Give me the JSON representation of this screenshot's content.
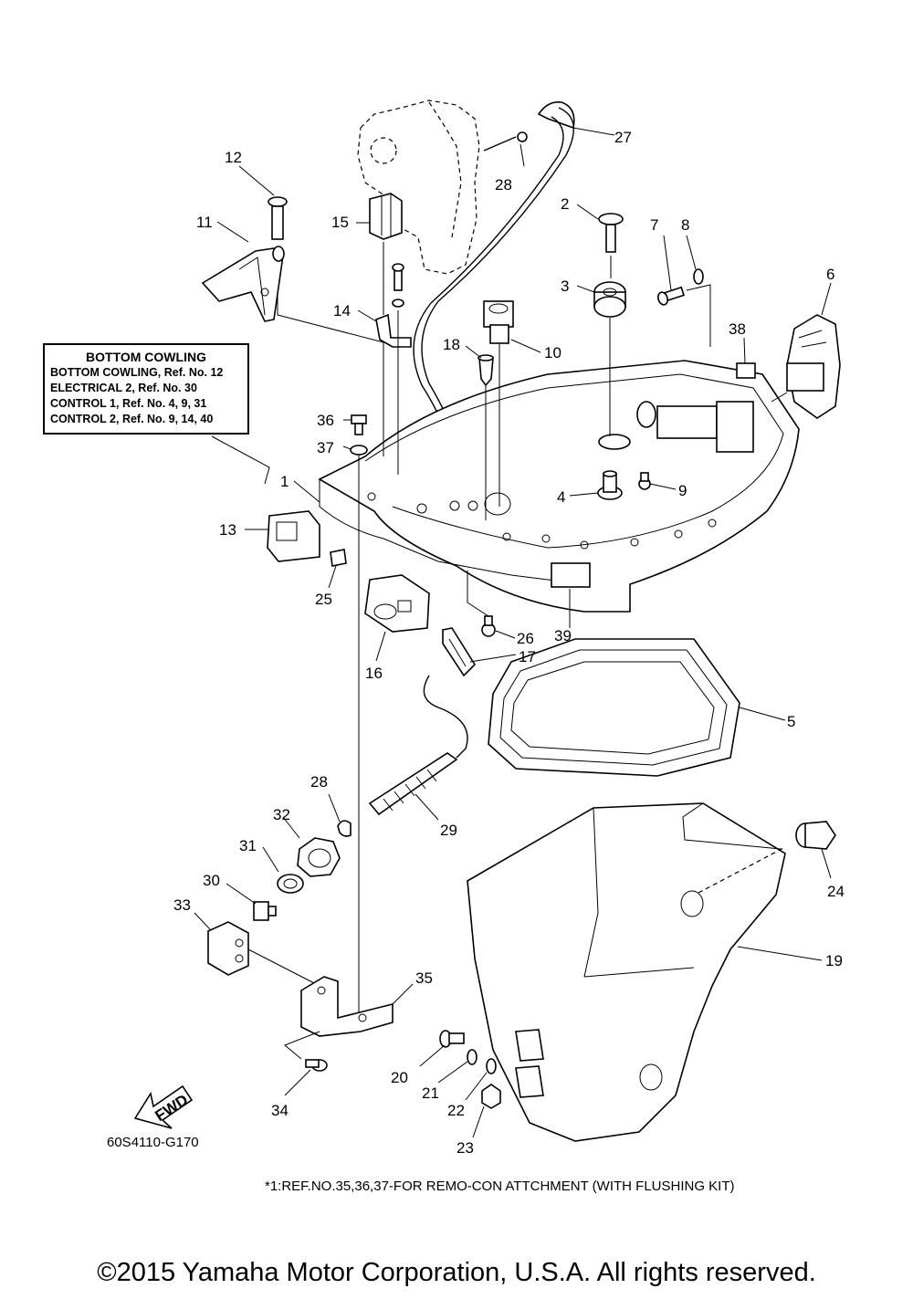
{
  "reference_box": {
    "title": "BOTTOM COWLING",
    "rows": [
      "BOTTOM COWLING,  Ref. No. 12",
      "ELECTRICAL 2,  Ref. No. 30",
      "CONTROL 1,  Ref. No. 4, 9, 31",
      "CONTROL 2,  Ref. No. 9, 14, 40"
    ]
  },
  "callouts": {
    "c1": "1",
    "c2": "2",
    "c3": "3",
    "c4": "4",
    "c5": "5",
    "c6": "6",
    "c7": "7",
    "c8": "8",
    "c9": "9",
    "c10": "10",
    "c11": "11",
    "c12": "12",
    "c13": "13",
    "c14": "14",
    "c15": "15",
    "c16": "16",
    "c17": "17",
    "c18": "18",
    "c19": "19",
    "c20": "20",
    "c21": "21",
    "c22": "22",
    "c23": "23",
    "c24": "24",
    "c25": "25",
    "c26": "26",
    "c27": "27",
    "c28a": "28",
    "c28b": "28",
    "c29": "29",
    "c30": "30",
    "c31": "31",
    "c32": "32",
    "c33": "33",
    "c34": "34",
    "c35": "35",
    "c36": "36",
    "c37": "37",
    "c38": "38",
    "c39": "39"
  },
  "fwd_label": "FWD",
  "diagram_code": "60S4110-G170",
  "footnote": "*1:REF.NO.35,36,37-FOR REMO-CON ATTCHMENT (WITH FLUSHING KIT)",
  "copyright": "©2015 Yamaha Motor Corporation, U.S.A. All rights reserved."
}
